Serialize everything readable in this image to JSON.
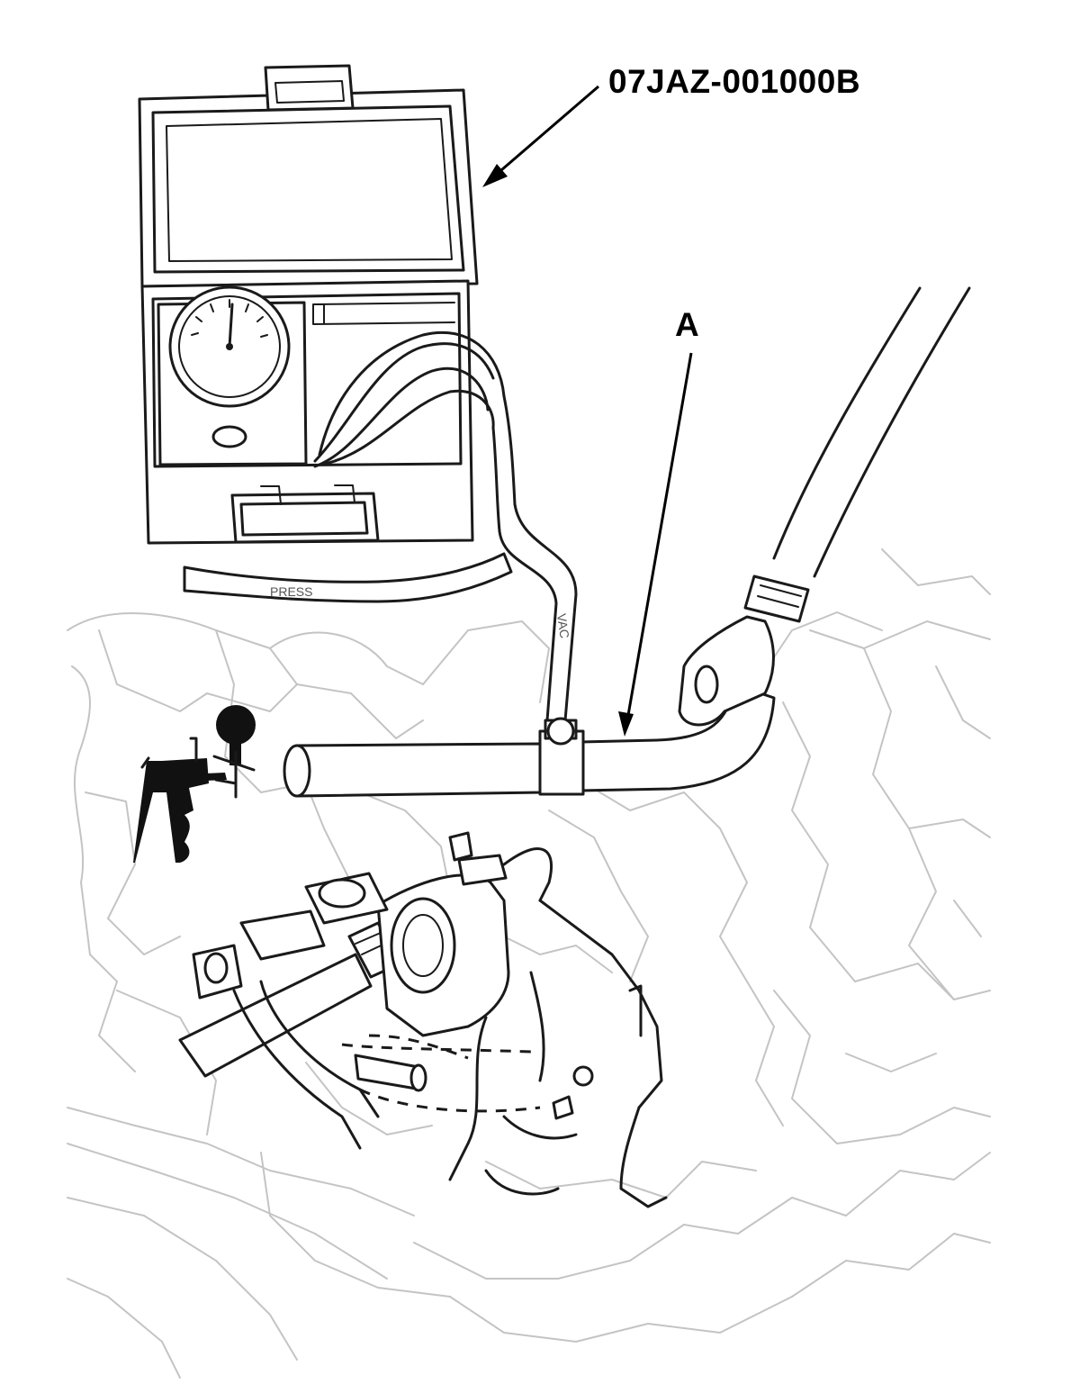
{
  "callouts": {
    "part_number": "07JAZ-001000B",
    "item_a": "A"
  },
  "hose_labels": {
    "press": "PRESS",
    "vac": "VAC"
  },
  "colors": {
    "ink": "#1a1a1a",
    "background_lines": "#c4c4c4",
    "background": "#ffffff"
  }
}
